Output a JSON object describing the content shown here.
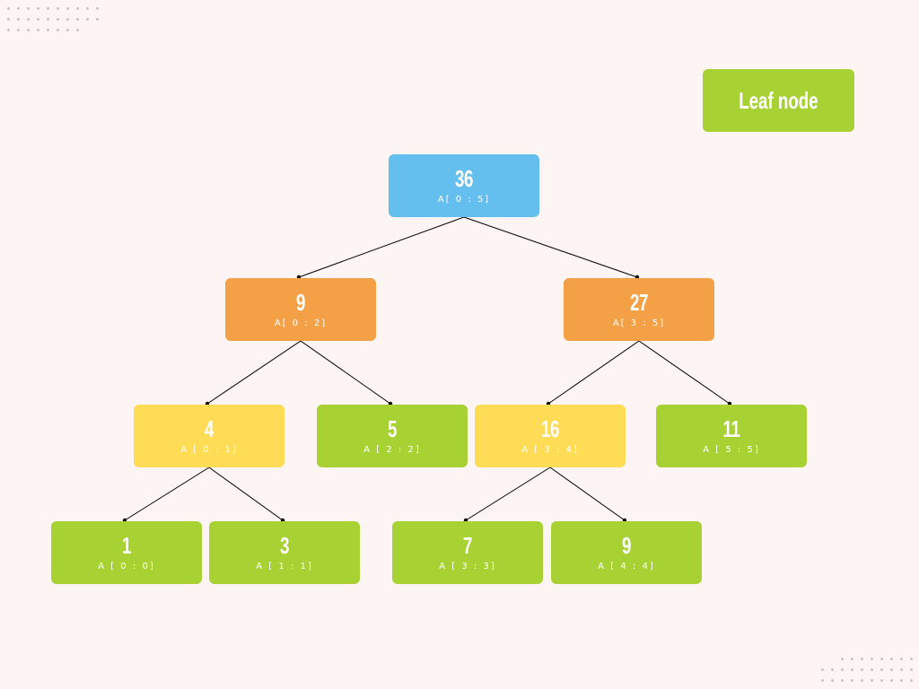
{
  "colors": {
    "root": "#64bfee",
    "internal": "#f4a046",
    "partial": "#ffdc55",
    "leaf": "#a8d234",
    "edge": "#000000",
    "background": "#fdf5f3"
  },
  "legend": {
    "label": "Leaf node",
    "color": "#a8d234"
  },
  "nodes": [
    {
      "id": "n0-5",
      "value": "36",
      "range": "A[ 0 : 5]",
      "kind": "root"
    },
    {
      "id": "n0-2",
      "value": "9",
      "range": "A[ 0 : 2]",
      "kind": "internal"
    },
    {
      "id": "n3-5",
      "value": "27",
      "range": "A[ 3 : 5]",
      "kind": "internal"
    },
    {
      "id": "n0-1",
      "value": "4",
      "range": "A [ 0 : 1]",
      "kind": "partial"
    },
    {
      "id": "n2-2",
      "value": "5",
      "range": "A [ 2 : 2]",
      "kind": "leaf"
    },
    {
      "id": "n3-4",
      "value": "16",
      "range": "A [ 3 : 4]",
      "kind": "partial"
    },
    {
      "id": "n5-5",
      "value": "11",
      "range": "A [ 5 : 5]",
      "kind": "leaf"
    },
    {
      "id": "n0-0",
      "value": "1",
      "range": "A [ 0 : 0]",
      "kind": "leaf"
    },
    {
      "id": "n1-1",
      "value": "3",
      "range": "A [ 1 : 1]",
      "kind": "leaf"
    },
    {
      "id": "n3-3",
      "value": "7",
      "range": "A [ 3 : 3]",
      "kind": "leaf"
    },
    {
      "id": "n4-4",
      "value": "9",
      "range": "A [ 4 : 4]",
      "kind": "leaf"
    }
  ],
  "edges": [
    {
      "from": "n0-5",
      "to": "n0-2"
    },
    {
      "from": "n0-5",
      "to": "n3-5"
    },
    {
      "from": "n0-2",
      "to": "n0-1"
    },
    {
      "from": "n0-2",
      "to": "n2-2"
    },
    {
      "from": "n3-5",
      "to": "n3-4"
    },
    {
      "from": "n3-5",
      "to": "n5-5"
    },
    {
      "from": "n0-1",
      "to": "n0-0"
    },
    {
      "from": "n0-1",
      "to": "n1-1"
    },
    {
      "from": "n3-4",
      "to": "n3-3"
    },
    {
      "from": "n3-4",
      "to": "n4-4"
    }
  ]
}
